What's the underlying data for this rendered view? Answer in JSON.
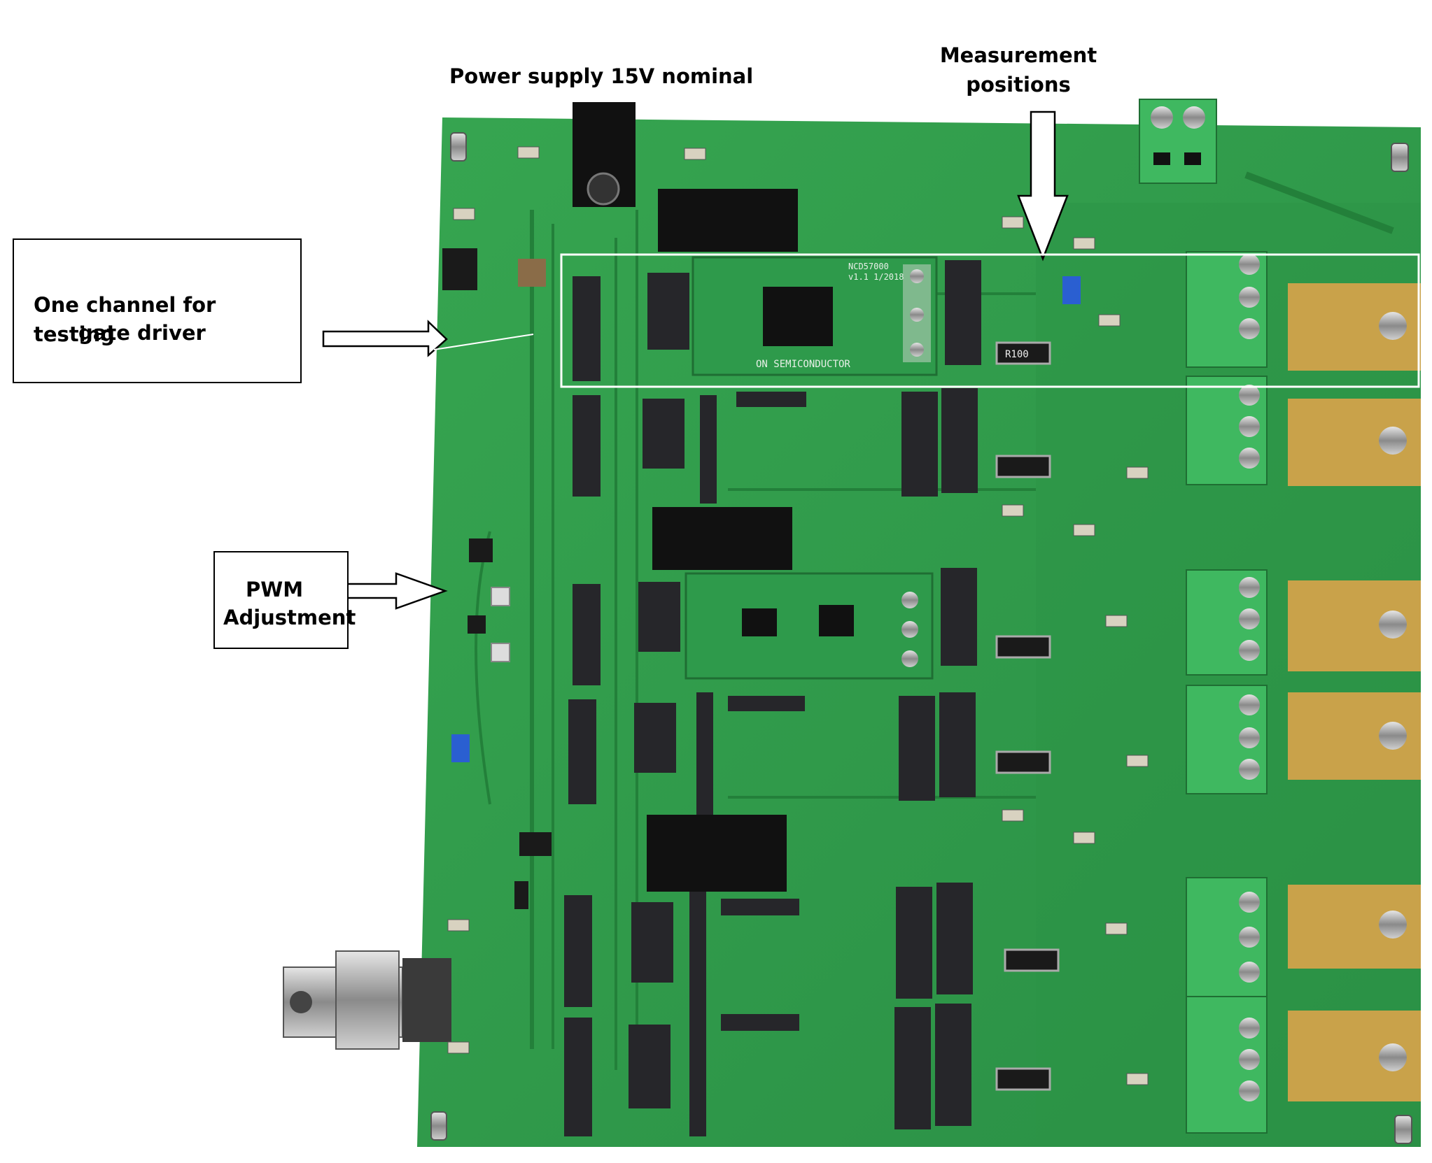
{
  "annotations": {
    "power_supply": "Power supply 15V nominal",
    "measurement_line1": "Measurement",
    "measurement_line2": "positions",
    "channel_line1": "One channel for testing",
    "channel_line2": "gate driver",
    "pwm_line1": "PWM",
    "pwm_line2": "Adjustment"
  },
  "board_markings": {
    "module1_part": "NCD57000",
    "module1_version": "v1.1 1/2018",
    "module1_vendor": "ON SEMICONDUCTOR",
    "resistor_marking": "R100"
  },
  "colors": {
    "pcb": "#2f9a4a",
    "pcb_dark": "#1f7a36",
    "connector": "#26262a",
    "terminal": "#3fb860",
    "heatsink": "#c9a24a",
    "silkscreen": "#e8f0e8"
  }
}
